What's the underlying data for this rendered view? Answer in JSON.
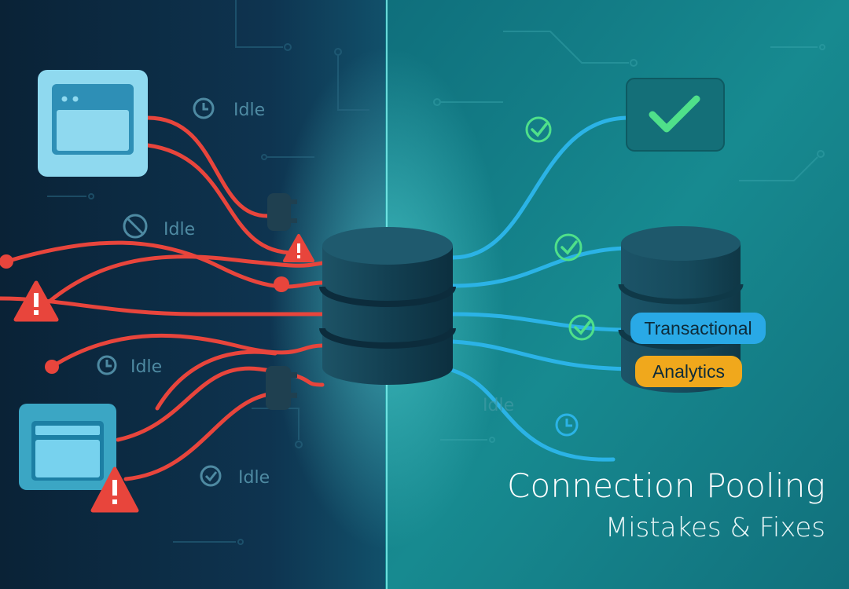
{
  "labels": {
    "idle_1": "Idle",
    "idle_2": "Idle",
    "idle_3": "Idle",
    "idle_4": "Idle",
    "idle_5": "Idle"
  },
  "pills": {
    "transactional": "Transactional",
    "analytics": "Analytics"
  },
  "headline": {
    "title": "Connection Pooling",
    "subtitle": "Mistakes & Fixes"
  },
  "colors": {
    "left_bg": "#0c2b40",
    "right_bg": "#14868c",
    "red_line": "#e8453c",
    "blue_line": "#2bb3e6",
    "check_green": "#4fe08a",
    "transactional_pill": "#29a9e6",
    "analytics_pill": "#f0a81c",
    "db_body": "#15485a"
  },
  "icons": [
    "browser-window-icon",
    "clock-icon",
    "no-entry-icon",
    "warning-icon",
    "plug-icon",
    "check-icon",
    "database-icon"
  ]
}
